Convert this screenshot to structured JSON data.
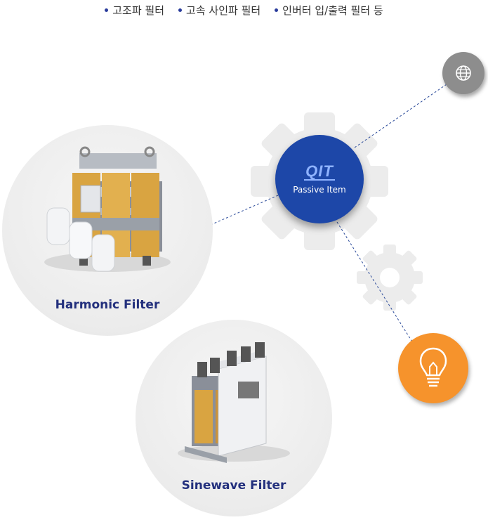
{
  "top_list": [
    "고조파 필터",
    "고속 사인파 필터",
    "인버터 입/출력 필터 등"
  ],
  "center": {
    "logo": "QIT",
    "caption": "Passive Item"
  },
  "products": [
    {
      "label": "Harmonic Filter"
    },
    {
      "label": "Sinewave Filter"
    }
  ],
  "icons": {
    "globe": "globe-icon",
    "bulb": "lightbulb-icon",
    "gear": "gear-icon"
  },
  "colors": {
    "center": "#1d47a8",
    "globe": "#8d8d8d",
    "bulb": "#f6932c",
    "label": "#23307d",
    "gear": "#eaeaea"
  }
}
